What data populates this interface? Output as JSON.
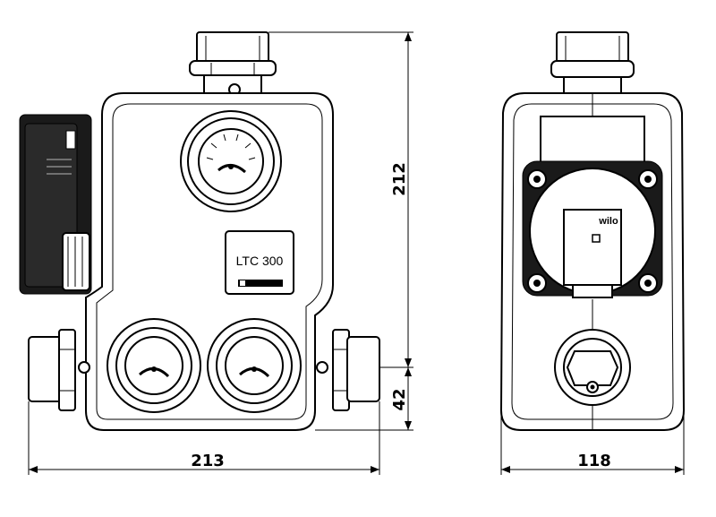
{
  "drawing": {
    "dimensions": {
      "height_total": "212",
      "height_connection": "42",
      "width_front": "213",
      "width_side": "118"
    },
    "front_view": {
      "label_model": "LTC 300"
    },
    "side_view": {
      "pump_brand": "wilo"
    }
  }
}
